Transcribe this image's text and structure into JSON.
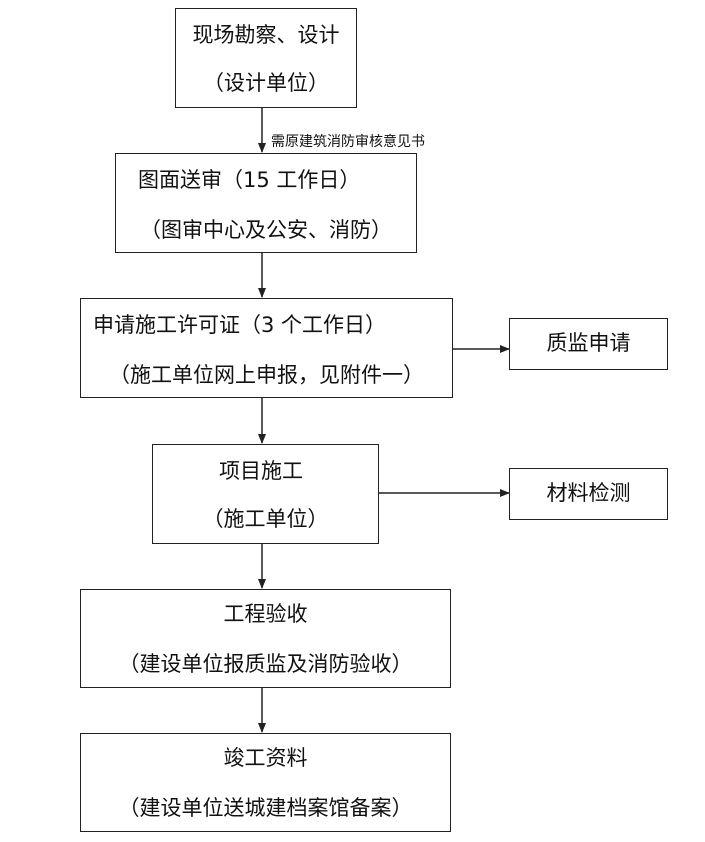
{
  "nodes": {
    "survey": {
      "line1": "现场勘察、设计",
      "line2": "（设计单位）"
    },
    "drawing_review": {
      "line1": "图面送审（15 工作日）",
      "line2": "（图审中心及公安、消防）"
    },
    "permit": {
      "line1": "申请施工许可证（3 个工作日）",
      "line2": "（施工单位网上申报，见附件一）"
    },
    "quality_apply": {
      "label": "质监申请"
    },
    "construction": {
      "line1": "项目施工",
      "line2": "（施工单位）"
    },
    "material_test": {
      "label": "材料检测"
    },
    "acceptance": {
      "line1": "工程验收",
      "line2": "（建设单位报质监及消防验收）"
    },
    "completion": {
      "line1": "竣工资料",
      "line2": "（建设单位送城建档案馆备案）"
    }
  },
  "edge_notes": {
    "survey_to_review": "需原建筑消防审核意见书"
  },
  "colors": {
    "line": "#222222",
    "text": "#111111",
    "background": "#ffffff"
  }
}
